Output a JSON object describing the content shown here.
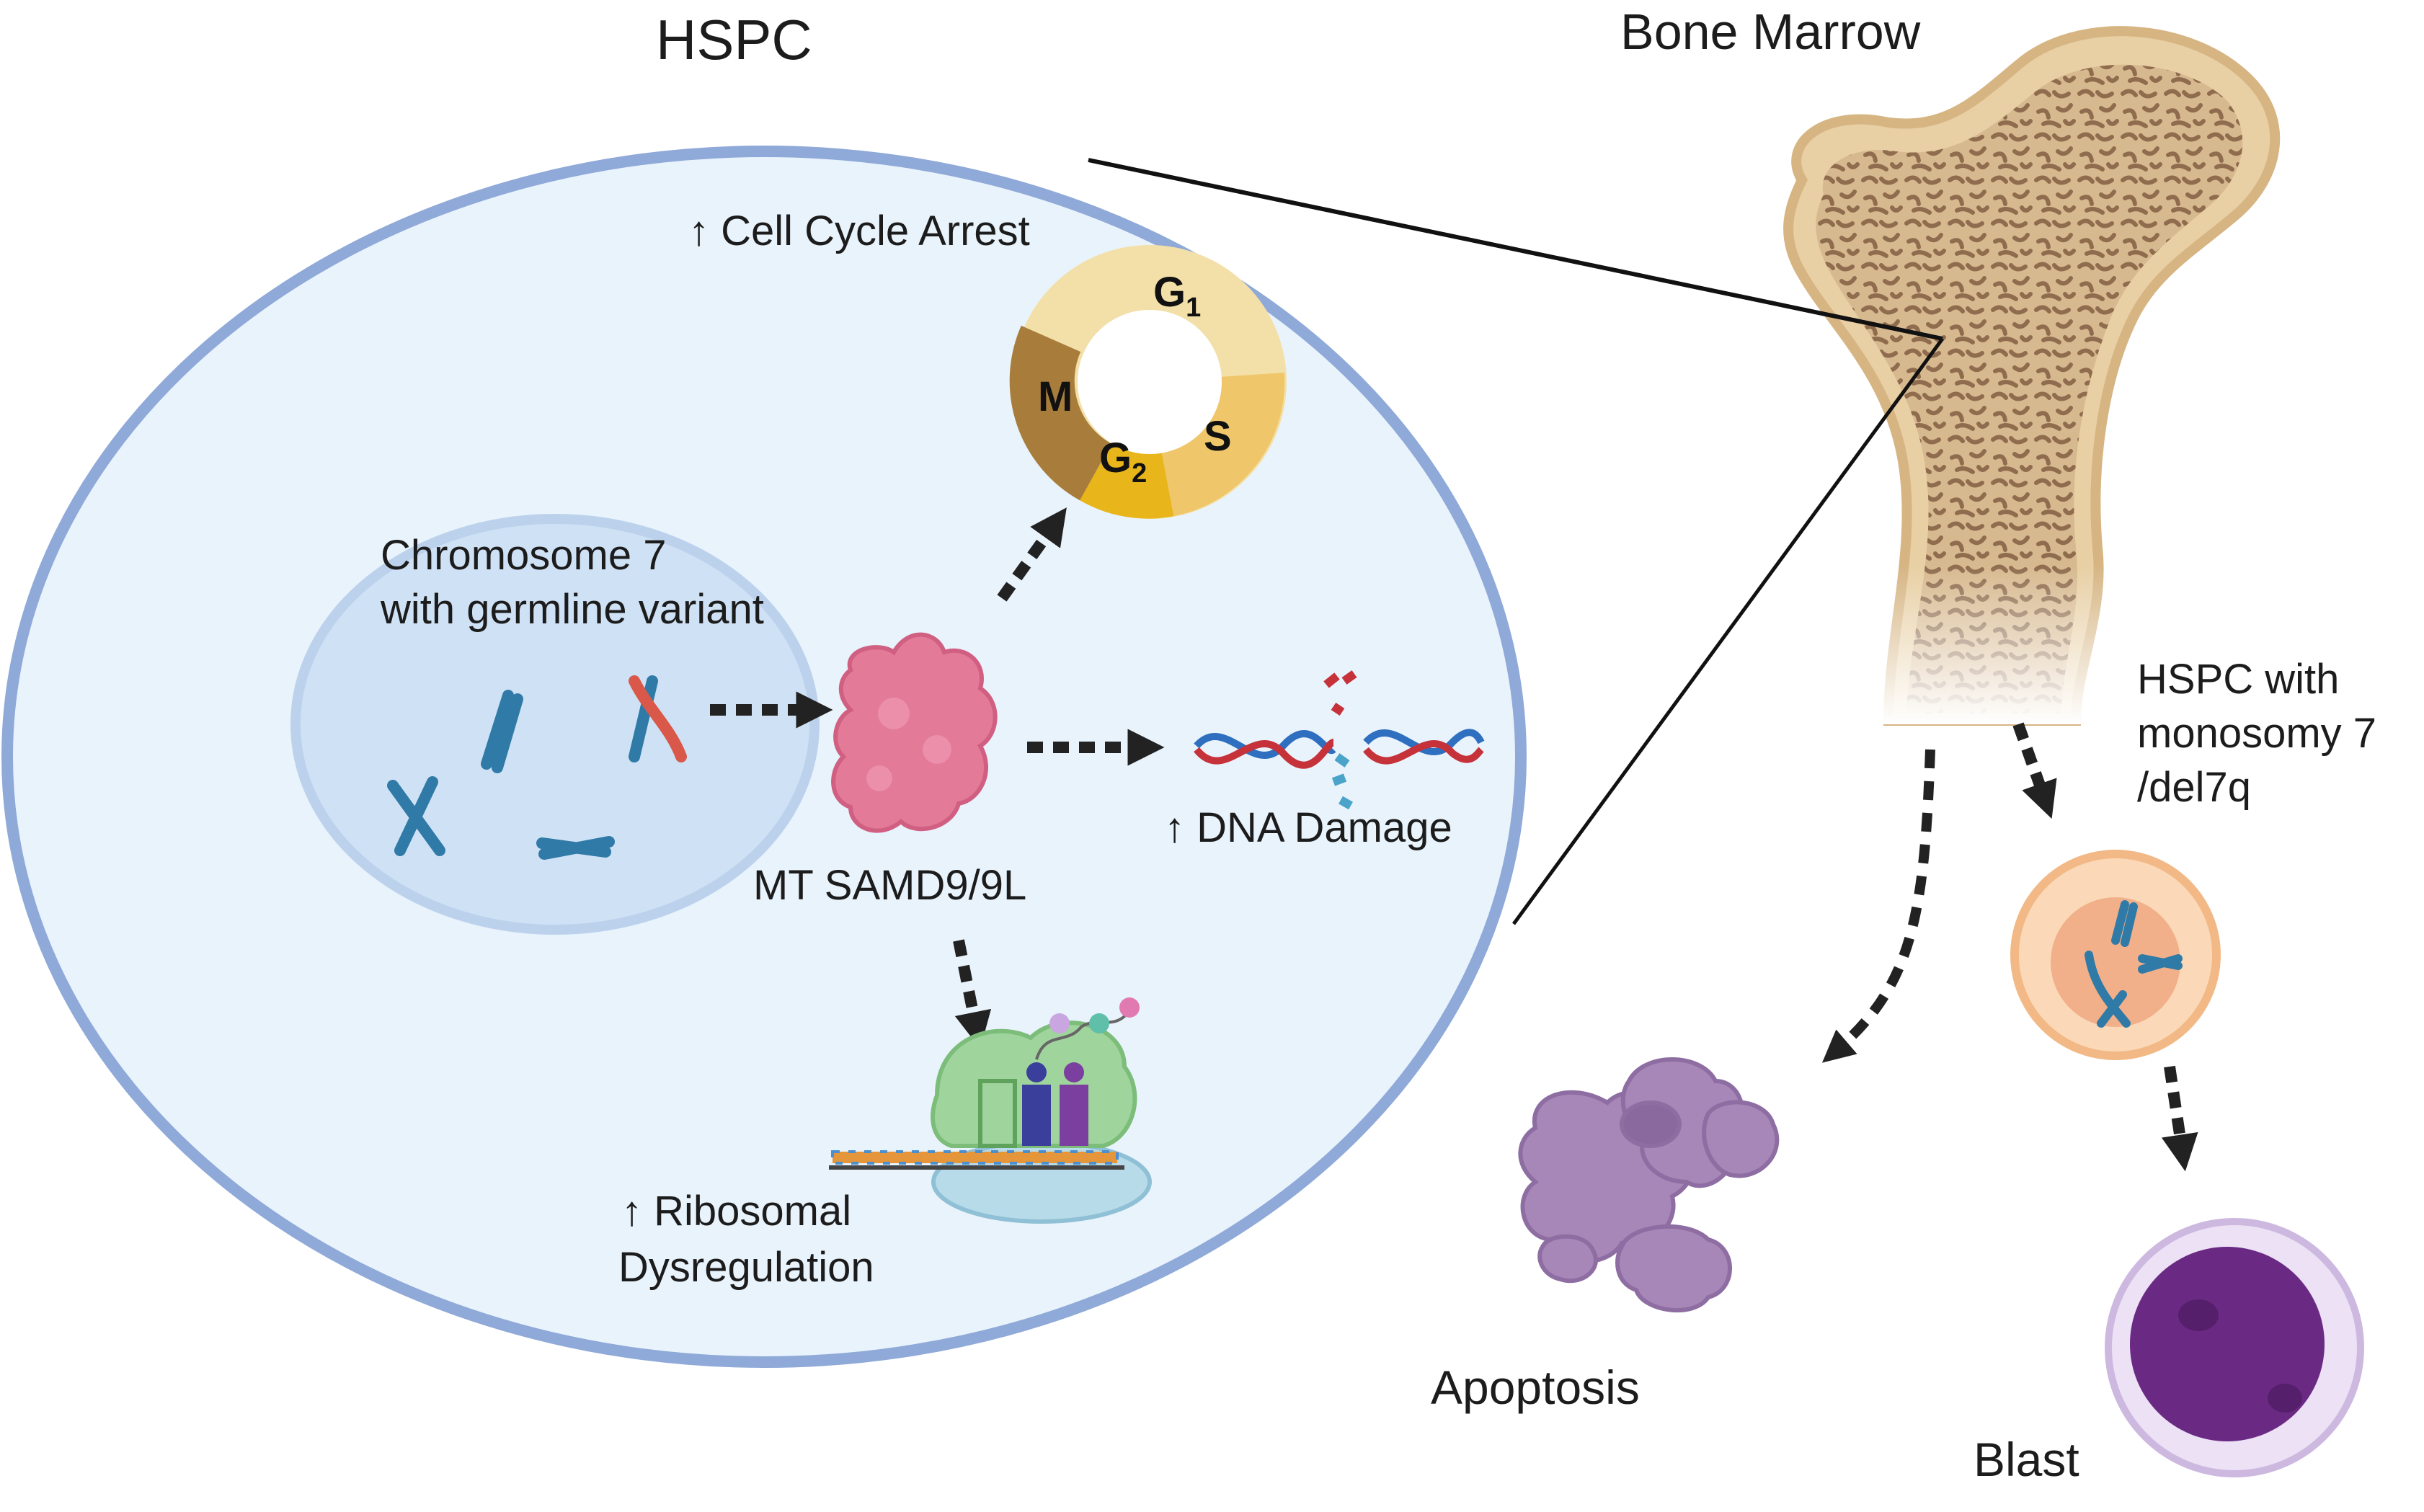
{
  "panel_titles": {
    "hspc": "HSPC",
    "bone_marrow": "Bone Marrow"
  },
  "cell_labels": {
    "chromosome_line1": "Chromosome 7",
    "chromosome_line2": "with germline variant",
    "protein": "MT SAMD9/9L",
    "cell_cycle_arrest": "↑ Cell Cycle Arrest",
    "dna_damage": "↑ DNA Damage",
    "ribosomal_line1": "↑ Ribosomal",
    "ribosomal_line2": "Dysregulation"
  },
  "cell_cycle_phases": {
    "g1_main": "G",
    "g1_sub": "1",
    "s": "S",
    "g2_main": "G",
    "g2_sub": "2",
    "m": "M"
  },
  "marrow_labels": {
    "hspc_mono_line1": "HSPC with",
    "hspc_mono_line2": "monosomy 7",
    "hspc_mono_line3": "/del7q",
    "apoptosis": "Apoptosis",
    "blast": "Blast"
  },
  "colors": {
    "cell_fill": "#e9f3fc",
    "cell_border": "#8fa9d8",
    "nucleus_fill": "#cfe1f5",
    "chromosome_blue": "#2f7aa6",
    "chromosome_red": "#d9584a",
    "protein_pink": "#e27a98",
    "bone": "#e8cfa4",
    "marrow": "#b8977a",
    "apoptosis_purple": "#a786b8",
    "blast_purple": "#6a2a84",
    "hspc_orange": "#f7c497"
  }
}
